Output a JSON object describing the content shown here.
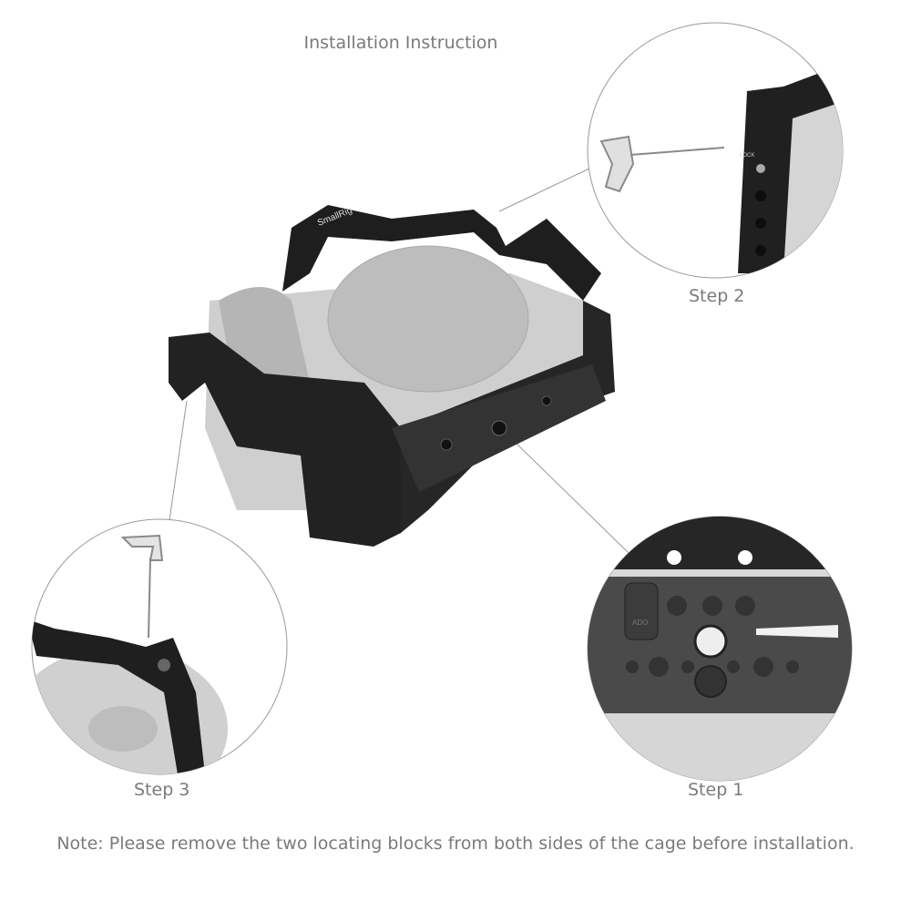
{
  "title": "Installation Instruction",
  "steps": [
    {
      "label": "Step 1"
    },
    {
      "label": "Step 2"
    },
    {
      "label": "Step 3"
    }
  ],
  "note": "Note: Please remove the two locating blocks from both sides of the cage before installation.",
  "logo_text": "SmallRig",
  "part_marks": {
    "plate_mark": "ADO",
    "lock_mark": "LOCK"
  },
  "colors": {
    "text": "#7a7a7a",
    "cage": "#1e1e1e",
    "camera": "#c8c8c8",
    "circle_outline": "#9a9a9a"
  }
}
